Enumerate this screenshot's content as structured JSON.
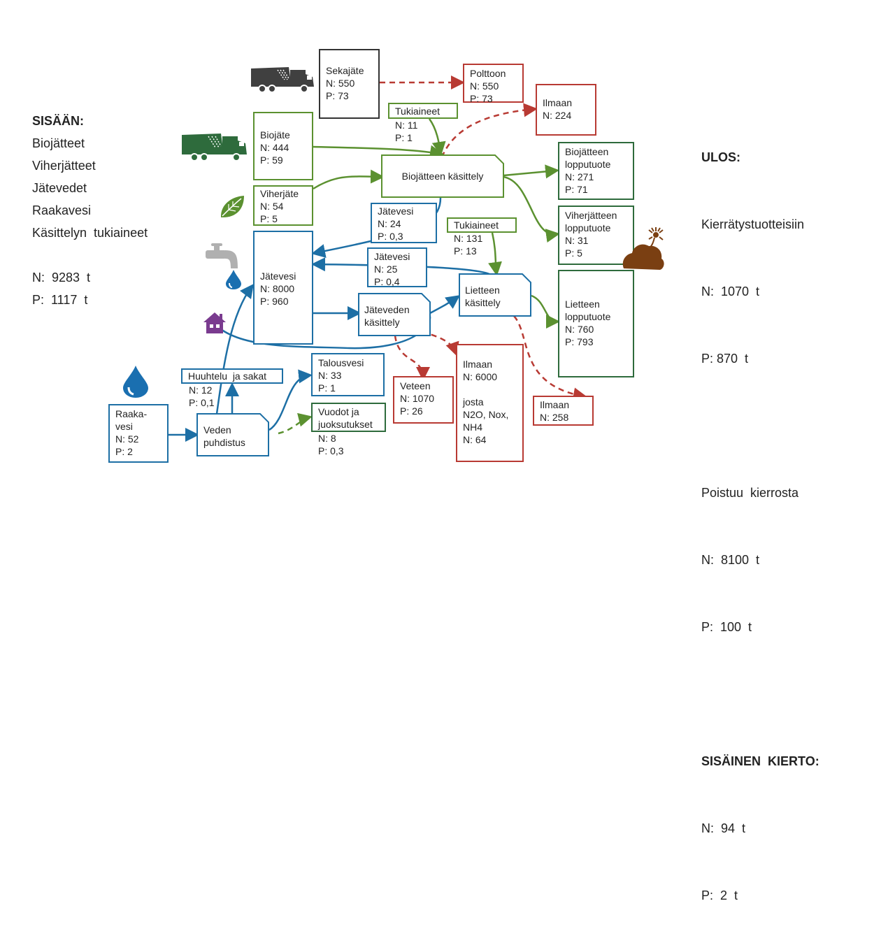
{
  "left_panel": {
    "title": "SISÄÄN:",
    "items": [
      "Biojätteet",
      "Viherjätteet",
      "Jätevedet",
      "Raakavesi",
      "Käsittelyn  tukiaineet"
    ],
    "n_total": "N:  9283  t",
    "p_total": "P:  1117  t"
  },
  "right_panel": {
    "title": "ULOS:",
    "recycle_label": "Kierrätystuotteisiin",
    "recycle_n": "N:  1070  t",
    "recycle_p": "P: 870  t",
    "leaves_label": "Poistuu  kierrosta",
    "leaves_n": "N:  8100  t",
    "leaves_p": "P:  100  t",
    "internal_title": "SISÄINEN  KIERTO:",
    "internal_n": "N:  94  t",
    "internal_p": "P:  2  t"
  },
  "nodes": {
    "sekajate": "Sekajäte\nN: 550\nP: 73",
    "polttoon": "Polttoon\nN: 550\nP: 73",
    "ilmaan_top": "Ilmaan\nN: 224",
    "tukiaineet1": "Tukiaineet",
    "tukiaineet1_vals": "N: 11\nP: 1",
    "biojate": "Biojäte\nN: 444\nP: 59",
    "biojatteen_kasittely": "Biojätteen käsittely",
    "biojatteen_lopputuote": "Biojätteen\nlopputuote\nN: 271\nP: 71",
    "viherjate": "Viherjäte\nN: 54\nP: 5",
    "jatevesi_a": "Jätevesi\nN: 24\nP: 0,3",
    "tukiaineet2": "Tukiaineet",
    "tukiaineet2_vals": "N: 131\nP: 13",
    "viherjatteen_lopputuote": "Viherjätteen\nlopputuote\nN: 31\nP: 5",
    "jatevesi_main": "Jätevesi\nN: 8000\nP: 960",
    "jatevesi_b": "Jätevesi\nN: 25\nP: 0,4",
    "lietteen_kasittely": "Lietteen\nkäsittely",
    "lietteen_lopputuote": "Lietteen\nlopputuote\nN: 760\nP: 793",
    "jateveden_kasittely": "Jäteveden\nkäsittely",
    "talousvesi": "Talousvesi\nN: 33\nP: 1",
    "huuhtelu": "Huuhtelu  ja sakat",
    "huuhtelu_vals": "N: 12\nP: 0,1",
    "veteen": "Veteen\nN: 1070\nP: 26",
    "ilmaan_mid": "Ilmaan\nN: 6000\n\njosta\nN2O, Nox,\nNH4\nN: 64",
    "ilmaan_right": "Ilmaan\nN: 258",
    "vuodot": "Vuodot ja\njuoksutukset",
    "vuodot_vals": "N: 8\nP: 0,3",
    "raakavesi": "Raaka-\nvesi\nN: 52\nP: 2",
    "veden_puhdistus": "Veden\npuhdistus"
  },
  "colors": {
    "blue": "#1d6fa5",
    "green": "#5b9130",
    "dark_green": "#2e6b3c",
    "red": "#b83a33",
    "truck_gray": "#404040",
    "truck_green": "#2e6b3c",
    "tap_gray": "#b0b0b0",
    "drop_blue": "#1a6fb0",
    "house_purple": "#7a3b8f",
    "compost_brown": "#7a3f12"
  },
  "icons": [
    "garbage-truck-icon",
    "bio-truck-icon",
    "leaf-icon",
    "water-tap-icon",
    "water-drop-icon",
    "house-icon",
    "compost-icon"
  ]
}
